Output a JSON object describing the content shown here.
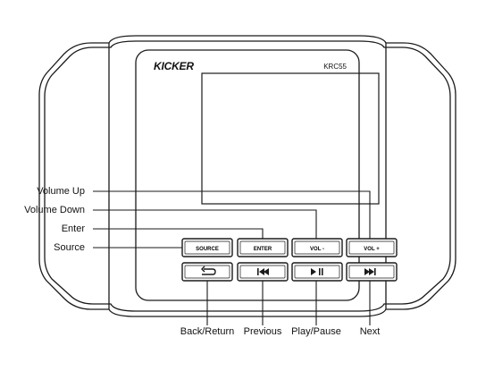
{
  "device": {
    "brand": "KICKER",
    "model": "KRC55"
  },
  "buttons_top": [
    {
      "id": "source",
      "label": "SOURCE"
    },
    {
      "id": "enter",
      "label": "ENTER"
    },
    {
      "id": "vol-down",
      "label": "VOL -"
    },
    {
      "id": "vol-up",
      "label": "VOL +"
    }
  ],
  "buttons_bottom": [
    {
      "id": "back",
      "icon": "back-return-icon"
    },
    {
      "id": "previous",
      "icon": "skip-previous-icon"
    },
    {
      "id": "play-pause",
      "icon": "play-pause-icon"
    },
    {
      "id": "next",
      "icon": "skip-next-icon"
    }
  ],
  "callouts_left": {
    "volume_up": "Volume Up",
    "volume_down": "Volume Down",
    "enter": "Enter",
    "source": "Source"
  },
  "callouts_bottom": {
    "back_return": "Back/Return",
    "previous": "Previous",
    "play_pause": "Play/Pause",
    "next": "Next"
  },
  "colors": {
    "stroke": "#1a1a1a",
    "background": "#ffffff",
    "bezel": "#ffffff"
  }
}
